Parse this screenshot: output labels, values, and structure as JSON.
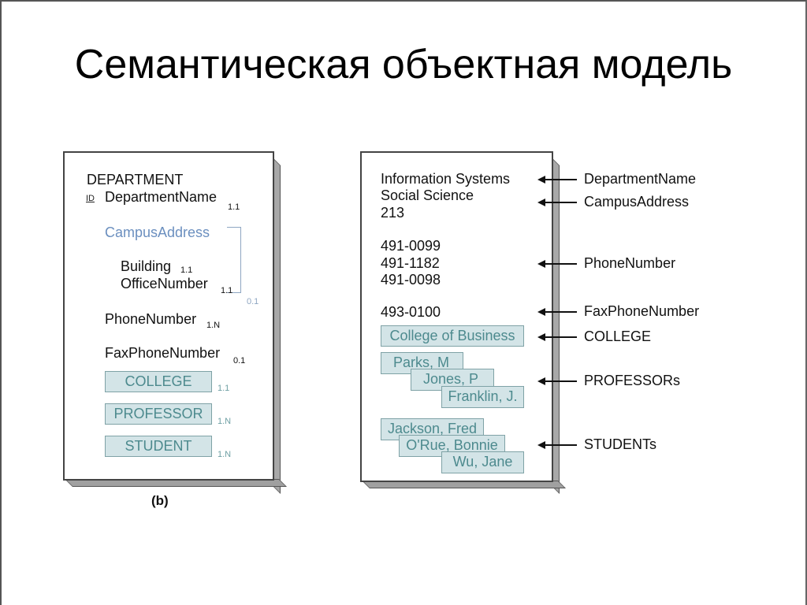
{
  "slide": {
    "title": "Семантическая объектная модель"
  },
  "left_panel": {
    "object_name": "DEPARTMENT",
    "id_marker": "ID",
    "attributes": [
      {
        "name": "DepartmentName",
        "cardinality": "1.1"
      },
      {
        "name": "CampusAddress",
        "group_cardinality": "0.1",
        "members": [
          {
            "name": "Building",
            "cardinality": "1.1"
          },
          {
            "name": "OfficeNumber",
            "cardinality": "1.1"
          }
        ]
      },
      {
        "name": "PhoneNumber",
        "cardinality": "1.N"
      },
      {
        "name": "FaxPhoneNumber",
        "cardinality": "0.1"
      }
    ],
    "object_links": [
      {
        "name": "COLLEGE",
        "cardinality": "1.1"
      },
      {
        "name": "PROFESSOR",
        "cardinality": "1.N"
      },
      {
        "name": "STUDENT",
        "cardinality": "1.N"
      }
    ],
    "caption": "(b)"
  },
  "right_panel": {
    "values": {
      "department_name": "Information Systems",
      "campus_building": "Social Science",
      "campus_office": "213",
      "phones": [
        "491-0099",
        "491-1182",
        "491-0098"
      ],
      "fax": "493-0100",
      "college": "College of Business",
      "professors": [
        "Parks, M",
        "Jones, P",
        "Franklin, J."
      ],
      "students": [
        "Jackson, Fred",
        "O'Rue, Bonnie",
        "Wu, Jane"
      ]
    },
    "labels": {
      "department_name": "DepartmentName",
      "campus_address": "CampusAddress",
      "phone_number": "PhoneNumber",
      "fax_phone_number": "FaxPhoneNumber",
      "college": "COLLEGE",
      "professors": "PROFESSORs",
      "students": "STUDENTs"
    }
  },
  "colors": {
    "blue_attribute": "#6b8fbf",
    "teal_object": "#4d8a8e",
    "object_box_fill": "#d3e4e7",
    "object_box_border": "#7fa2a6",
    "panel_shadow": "#a8a8a8"
  }
}
